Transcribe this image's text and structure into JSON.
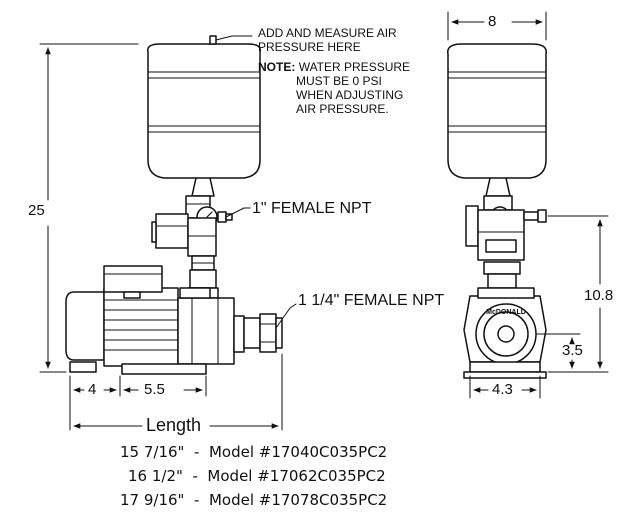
{
  "air_note": {
    "line1": "ADD AND MEASURE AIR",
    "line2": "PRESSURE HERE",
    "note_label": "NOTE:",
    "note_line1": "WATER PRESSURE",
    "note_line2": "MUST BE 0 PSI",
    "note_line3": "WHEN ADJUSTING",
    "note_line4": "AIR PRESSURE."
  },
  "connections": {
    "discharge": "1\" FEMALE NPT",
    "suction": "1 1/4\" FEMALE NPT"
  },
  "dimensions": {
    "overall_height": "25",
    "tank_width": "8",
    "outlet_height": "10.8",
    "inlet_height": "3.5",
    "base_width": "4.3",
    "base_left": "4",
    "base_spacing": "5.5",
    "length_label": "Length"
  },
  "brand_mark": "McDONALD",
  "models": [
    {
      "length": "15 7/16\"",
      "sep": "-",
      "model": "Model #17040C035PC2"
    },
    {
      "length": "16 1/2\"",
      "sep": "-",
      "model": "Model #17062C035PC2"
    },
    {
      "length": "17 9/16\"",
      "sep": "-",
      "model": "Model #17078C035PC2"
    }
  ]
}
